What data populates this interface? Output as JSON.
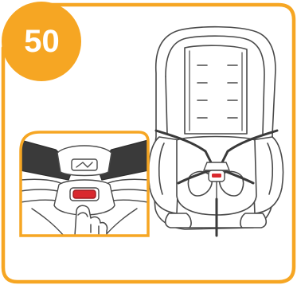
{
  "step": {
    "number": "50"
  },
  "colors": {
    "accent_orange": "#F6A623",
    "outline": "#4a4a4a",
    "seat_fill": "#ffffff",
    "shadow_gray": "#cfcfcf",
    "strap_dark": "#3a3a3a",
    "release_button_red": "#d9292e"
  },
  "illustration": {
    "main": "car-seat-harness-buckled",
    "inset": "press-red-release-button",
    "icons": [
      "car-seat-icon",
      "harness-buckle-icon",
      "finger-press-icon",
      "red-release-button-icon"
    ]
  }
}
